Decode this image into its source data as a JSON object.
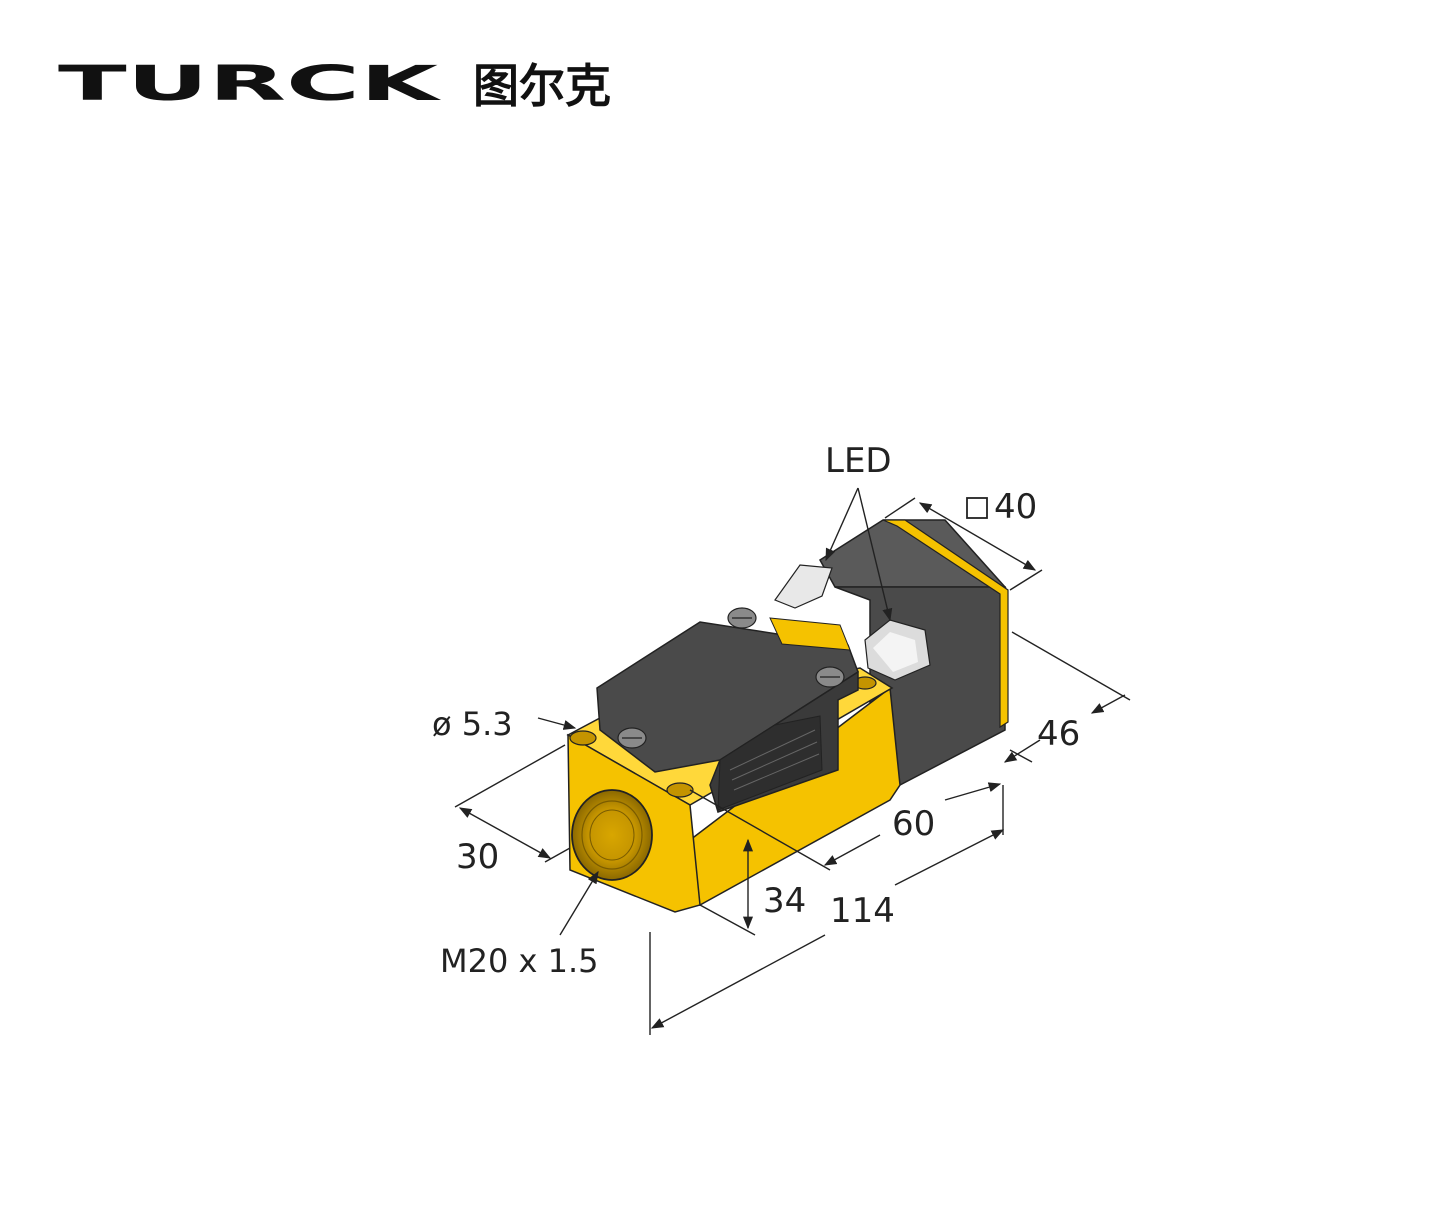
{
  "brand": {
    "logo_text": "TURCK",
    "chinese_name": "图尔克"
  },
  "colors": {
    "housing_yellow": "#f5c200",
    "housing_yellow_dark": "#d9a800",
    "housing_yellow_light": "#ffd83a",
    "head_dark": "#4a4a4a",
    "head_side": "#3a3a3a",
    "head_top": "#5a5a5a",
    "line": "#222222"
  },
  "labels": {
    "led": "LED",
    "square_size": "40",
    "hole_diameter": "ø 5.3",
    "width": "30",
    "height": "34",
    "thread": "M20 x 1.5",
    "head_length": "46",
    "body_length": "60",
    "total_length": "114"
  }
}
